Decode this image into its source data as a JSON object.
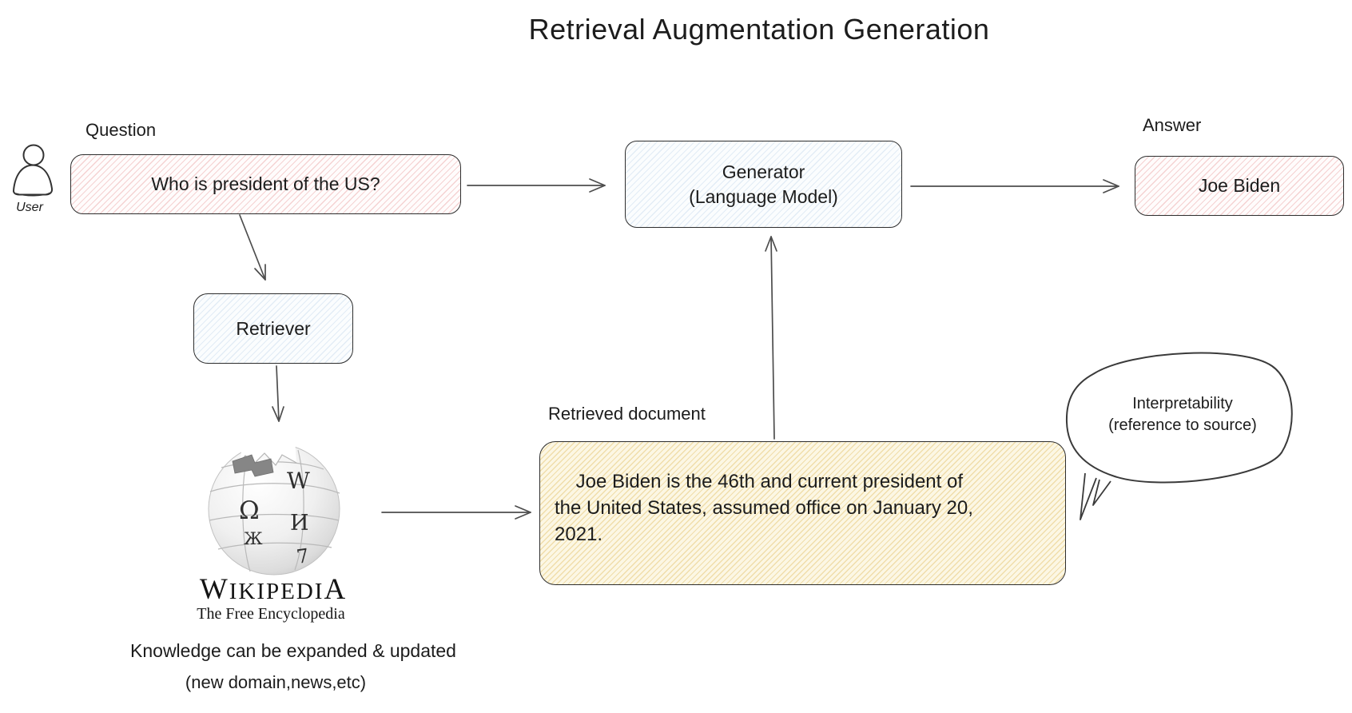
{
  "title": "Retrieval Augmentation Generation",
  "actor": {
    "label": "User"
  },
  "question": {
    "label": "Question",
    "text": "Who is president of the US?"
  },
  "generator": {
    "title": "Generator",
    "subtitle": "(Language Model)"
  },
  "answer": {
    "label": "Answer",
    "text": "Joe Biden"
  },
  "retriever": {
    "label": "Retriever"
  },
  "wikipedia": {
    "wordmark_w": "W",
    "wordmark_mid": "IKIPEDI",
    "wordmark_a": "A",
    "tagline": "The Free Encyclopedia",
    "globe_glyphs": [
      "W",
      "Ω",
      "И",
      "Ж",
      "7"
    ],
    "note_line1": "Knowledge can be expanded & updated",
    "note_line2": "(new domain,news,etc)"
  },
  "retrieved_document": {
    "label": "Retrieved document",
    "text": "    Joe Biden is the 46th and current president of\nthe United States, assumed office on January 20,\n2021."
  },
  "interpretability": {
    "line1": "Interpretability",
    "line2": "(reference to source)"
  },
  "colors": {
    "stroke": "#2e2e2e",
    "arrow": "#4d4d4d",
    "text": "#1c1c1c",
    "question_bg": "#fffcfc",
    "question_stripe": "#e07a7a52",
    "model_bg": "#fbfdfe",
    "model_stripe": "#8fb4d83a",
    "doc_bg": "#fcf7e4",
    "doc_stripe": "#dcb54f63"
  }
}
